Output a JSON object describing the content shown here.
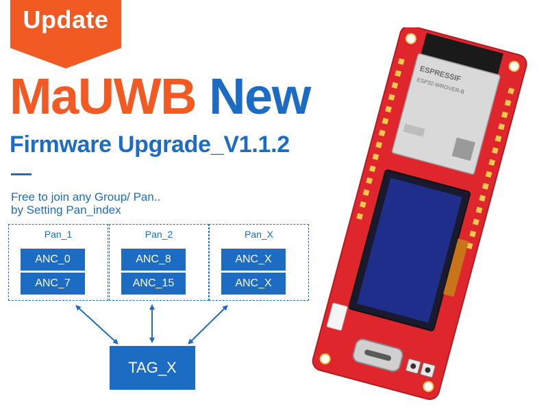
{
  "badge": {
    "label": "Update",
    "color": "#f25a24"
  },
  "title": {
    "accent": "MaUWB",
    "rest": "New",
    "subtitle": "Firmware Upgrade_V1.1.2",
    "accent_color": "#f25a24",
    "primary_color": "#1b6cc2"
  },
  "description": {
    "line1": "Free to join any Group/ Pan..",
    "line2": "by Setting Pan_index"
  },
  "groups": [
    {
      "name": "Pan_1",
      "anchors": [
        "ANC_0",
        "ANC_7"
      ]
    },
    {
      "name": "Pan_2",
      "anchors": [
        "ANC_8",
        "ANC_15"
      ]
    },
    {
      "name": "Pan_X",
      "anchors": [
        "ANC_X",
        "ANC_X"
      ]
    }
  ],
  "tag": {
    "label": "TAG_X"
  },
  "board": {
    "module_brand": "ESPRESSIF",
    "module_model": "ESP32-WROVER-B"
  }
}
